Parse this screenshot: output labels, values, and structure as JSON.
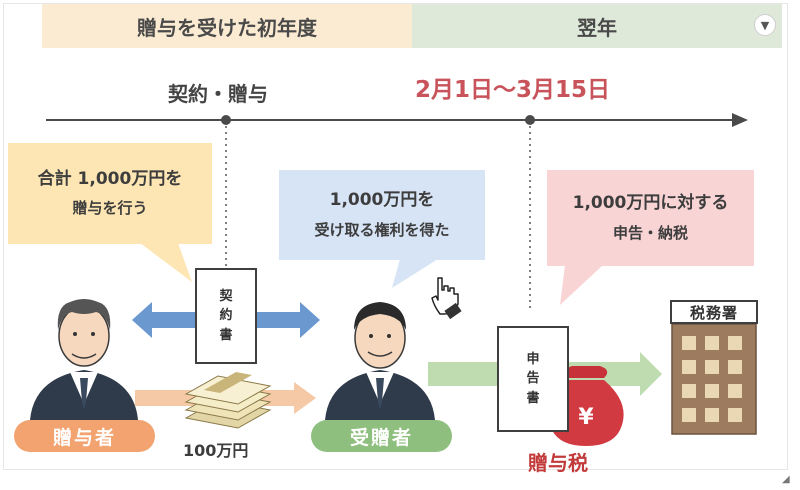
{
  "header": {
    "left_band": "贈与を受けた初年度",
    "right_band": "翌年",
    "collapse_icon": "chevron-down-icon"
  },
  "timeline": {
    "contract_label": "契約・贈与",
    "filing_period": "2月1日～3月15日"
  },
  "bubbles": {
    "donor": {
      "line1": "合計 1,000万円を",
      "line2": "贈与を行う"
    },
    "donee": {
      "line1": "1,000万円を",
      "line2": "受け取る権利を得た"
    },
    "filing": {
      "line1": "1,000万円に対する",
      "line2": "申告・納税"
    }
  },
  "documents": {
    "contract": [
      "契",
      "約",
      "書"
    ],
    "tax_return": [
      "申",
      "告",
      "書"
    ]
  },
  "people": {
    "donor_tag": "贈与者",
    "donee_tag": "受贈者"
  },
  "amount_label": "100万円",
  "tax_office": "税務署",
  "money_bag_symbol": "¥",
  "tax_label": "贈与税",
  "colors": {
    "band_left": "#fbebd2",
    "band_right": "#dfe9d9",
    "period_text": "#c8535b",
    "donor_tag": "#f2a370",
    "donee_tag": "#8fbf7e",
    "blue_arrow": "#6a98cf",
    "tax_text": "#c23a3a"
  }
}
